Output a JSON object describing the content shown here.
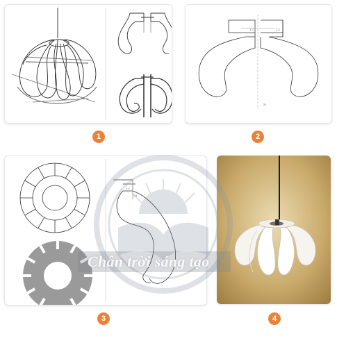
{
  "steps": [
    {
      "number": "1",
      "sketch": "pendant-lamp-sketch-and-rib-templates"
    },
    {
      "number": "2",
      "sketch": "rib-template-technical-drawing"
    },
    {
      "number": "3",
      "sketch": "ring-templates-and-rib-curve"
    },
    {
      "number": "4",
      "sketch": "finished-pendant-lamp-photo"
    }
  ],
  "watermark": {
    "text": "Chân trời sáng tạo"
  },
  "colors": {
    "badge": "#e9823a",
    "lamp_bg": "#c8a96a",
    "ring_gray": "#9a9a9a"
  }
}
